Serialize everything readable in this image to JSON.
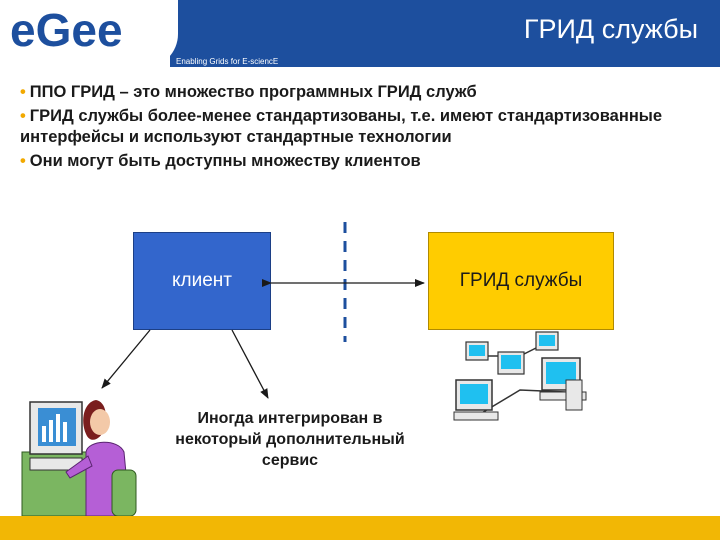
{
  "header": {
    "logo_text": "eGee",
    "tagline": "Enabling Grids for E-sciencE",
    "title": "ГРИД службы"
  },
  "bullets": [
    "ППО ГРИД – это множество программных ГРИД служб",
    "ГРИД службы более-менее стандартизованы, т.е. имеют стандартизованные интерфейсы и используют стандартные технологии",
    "Они могут быть доступны множеству клиентов"
  ],
  "diagram": {
    "client_label": "клиент",
    "service_label": "ГРИД службы",
    "note_text": "Иногда интегрирован в некоторый дополнительный сервис",
    "colors": {
      "client_box": "#3366cc",
      "service_box": "#ffcc00",
      "arrows": "#1a1a1a"
    },
    "icons": [
      "person-at-computer-icon",
      "computer-network-icon"
    ]
  },
  "colors": {
    "header": "#1d4f9e",
    "footer": "#f2b705",
    "bullet_dot": "#f2a900"
  }
}
